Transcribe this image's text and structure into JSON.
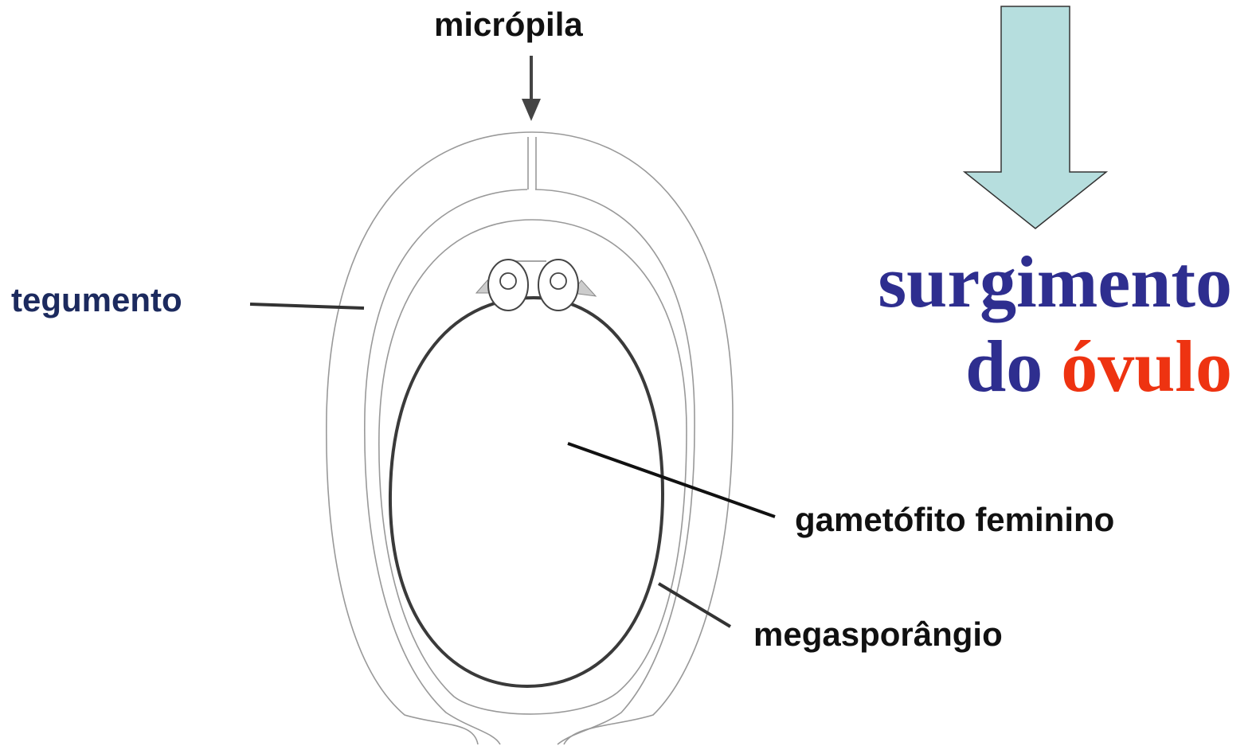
{
  "labels": {
    "micropila": "micrópila",
    "tegumento": "tegumento",
    "gametofito": "gametófito feminino",
    "megasporangio": "megasporângio"
  },
  "heading": {
    "line1": "surgimento",
    "line2_word1": "do",
    "line2_word2": "óvulo"
  },
  "colors": {
    "heading_primary": "#2e2e8f",
    "heading_accent": "#ee3311",
    "tegumento_label": "#1c2a5e",
    "arrow_fill": "#b6dede",
    "outline_light": "#999999",
    "outline_dark": "#3a3a3a",
    "pointer_line": "#333333"
  },
  "icons": {
    "big_arrow": "down-arrow-icon",
    "micropila_arrow": "down-arrow-icon"
  }
}
